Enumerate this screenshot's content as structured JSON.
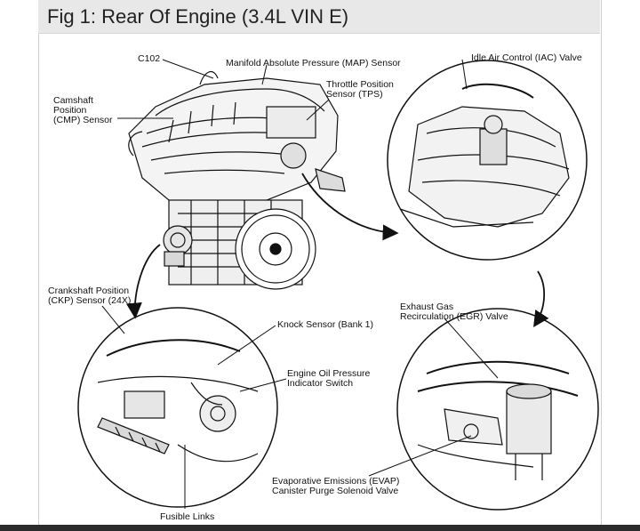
{
  "figure": {
    "title": "Fig 1: Rear Of Engine (3.4L VIN E)"
  },
  "labels": {
    "c102": "C102",
    "map_sensor": "Manifold Absolute Pressure (MAP) Sensor",
    "iac_valve": "Idle Air Control (IAC) Valve",
    "camshaft_sensor": "Camshaft\nPosition\n(CMP) Sensor",
    "tps": "Throttle Position\nSensor (TPS)",
    "crankshaft_sensor": "Crankshaft Position\n(CKP) Sensor (24X)",
    "knock_sensor": "Knock Sensor (Bank 1)",
    "oil_pressure_switch": "Engine Oil Pressure\nIndicator Switch",
    "egr_valve": "Exhaust Gas\nRecirculation (EGR) Valve",
    "evap_valve": "Evaporative Emissions (EVAP)\nCanister Purge Solenoid Valve",
    "fusible_links": "Fusible Links"
  }
}
